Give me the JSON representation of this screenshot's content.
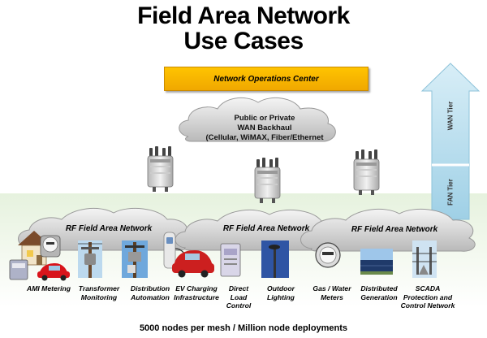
{
  "title": {
    "line1": "Field Area Network",
    "line2": "Use Cases"
  },
  "noc": {
    "label": "Network Operations Center"
  },
  "wan_cloud": {
    "line1": "Public or Private",
    "line2": "WAN Backhaul",
    "line3": "(Cellular, WiMAX, Fiber/Ethernet"
  },
  "rf_clouds": [
    {
      "label": "RF Field Area Network"
    },
    {
      "label": "RF Field Area Network"
    },
    {
      "label": "RF Field Area Network"
    }
  ],
  "tiers": {
    "wan": "WAN Tier",
    "fan": "FAN Tier"
  },
  "use_cases": [
    {
      "line1": "AMI Metering",
      "line2": "",
      "line3": ""
    },
    {
      "line1": "Transformer",
      "line2": "Monitoring",
      "line3": ""
    },
    {
      "line1": "Distribution",
      "line2": "Automation",
      "line3": ""
    },
    {
      "line1": "EV Charging",
      "line2": "Infrastructure",
      "line3": ""
    },
    {
      "line1": "Direct",
      "line2": "Load",
      "line3": "Control"
    },
    {
      "line1": "Outdoor",
      "line2": "Lighting",
      "line3": ""
    },
    {
      "line1": "Gas / Water",
      "line2": "Meters",
      "line3": ""
    },
    {
      "line1": "Distributed",
      "line2": "Generation",
      "line3": ""
    },
    {
      "line1": "SCADA",
      "line2": "Protection and",
      "line3": "Control Network"
    }
  ],
  "footer": "5000 nodes per mesh / Million node deployments",
  "colors": {
    "noc": "#f5b400",
    "cloud": "#d7d7d7",
    "arrow": "#bfe0ef",
    "ground": "#e6f2de"
  },
  "icons": [
    "router-icon",
    "electric-meter-icon",
    "house-icon",
    "electric-car-icon",
    "transformer-pole-icon",
    "distribution-pole-icon",
    "ev-charger-icon",
    "load-control-box-icon",
    "street-light-icon",
    "gas-meter-icon",
    "solar-panel-icon",
    "substation-icon"
  ]
}
